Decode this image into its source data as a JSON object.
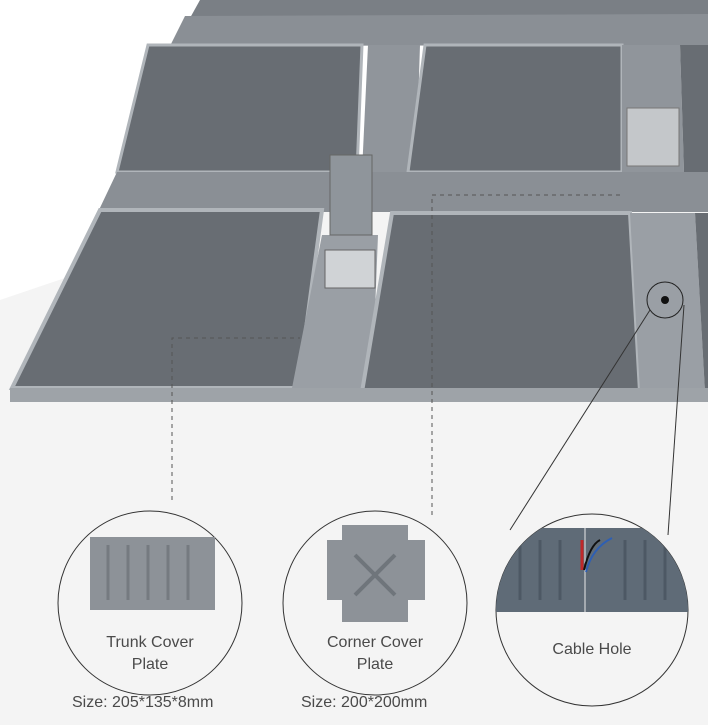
{
  "callouts": [
    {
      "title_line1": "Trunk Cover",
      "title_line2": "Plate",
      "size": "Size: 205*135*8mm"
    },
    {
      "title_line1": "Corner Cover",
      "title_line2": "Plate",
      "size": "Size: 200*200mm"
    },
    {
      "title_line1": "Cable Hole",
      "title_line2": "",
      "size": ""
    }
  ],
  "colors": {
    "panel": "#6b7076",
    "panel_edge": "#aab0b5",
    "trunk": "#8d9298",
    "cable_panel": "#5f6b77",
    "background": "#f4f4f4"
  }
}
